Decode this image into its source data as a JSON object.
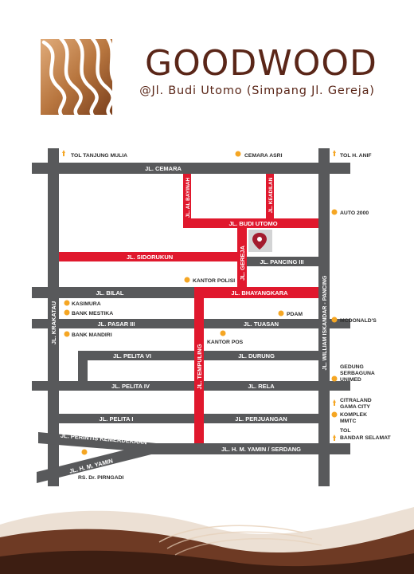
{
  "brand": {
    "name": "GOODWOOD",
    "address": "@Jl. Budi Utomo (Simpang Jl. Gereja)"
  },
  "colors": {
    "road": "#58595b",
    "highlight_road": "#e0182d",
    "landmark": "#f5a623",
    "brand_text": "#5a2618",
    "marker": "#a31c2e"
  },
  "roads": {
    "cemara": "JL. CEMARA",
    "al_bayinah": "JL. AL BAYINAH",
    "keadilan": "JL. KEADILAN",
    "budi_utomo": "JL. BUDI UTOMO",
    "sidorukun": "JL. SIDORUKUN",
    "gereja": "JL. GEREJA",
    "pancing3": "JL. PANCING III",
    "bilal": "JL. BILAL",
    "bhayangkara": "JL. BHAYANGKARA",
    "pasar3": "JL. PASAR III",
    "tuasan": "JL. TUASAN",
    "krakatau": "JL. KRAKATAU",
    "william": "JL. WILLIAM ISKANDAR - PANCING",
    "pelita6": "JL. PELITA VI",
    "durung": "JL. DURUNG",
    "tempuling": "JL. TEMPULING",
    "pelita4": "JL. PELITA IV",
    "rela": "JL. RELA",
    "pelita1": "JL. PELITA I",
    "perjuangan": "JL. PERJUANGAN",
    "perintis": "JL. PERINTIS KEMERDEKAAN",
    "yamin_left": "JL. H. M. YAMIN",
    "yamin_serdang": "JL. H. M. YAMIN / SERDANG"
  },
  "landmarks": {
    "tol_tanjung_mulia": "TOL TANJUNG MULIA",
    "cemara_asri": "CEMARA ASRI",
    "tol_h_anif": "TOL H. ANIF",
    "auto_2000": "AUTO 2000",
    "kantor_polisi": "KANTOR POLISI",
    "kasimura": "KASIMURA",
    "bank_mestika": "BANK MESTIKA",
    "pdam": "PDAM",
    "mcdonalds": "MCDONALD'S",
    "bank_mandiri": "BANK MANDIRI",
    "kantor_pos": "KANTOR POS",
    "gedung_line1": "GEDUNG",
    "gedung_line2": "SERBAGUNA",
    "gedung_line3": "UNIMED",
    "citraland_line1": "CITRALAND",
    "citraland_line2": "GAMA CITY",
    "komplek_line1": "KOMPLEK",
    "komplek_line2": "MMTC",
    "tol_bandar_line1": "TOL",
    "tol_bandar_line2": "BANDAR SELAMAT",
    "rs_pirngadi": "RS. Dr. PIRNGADI"
  }
}
